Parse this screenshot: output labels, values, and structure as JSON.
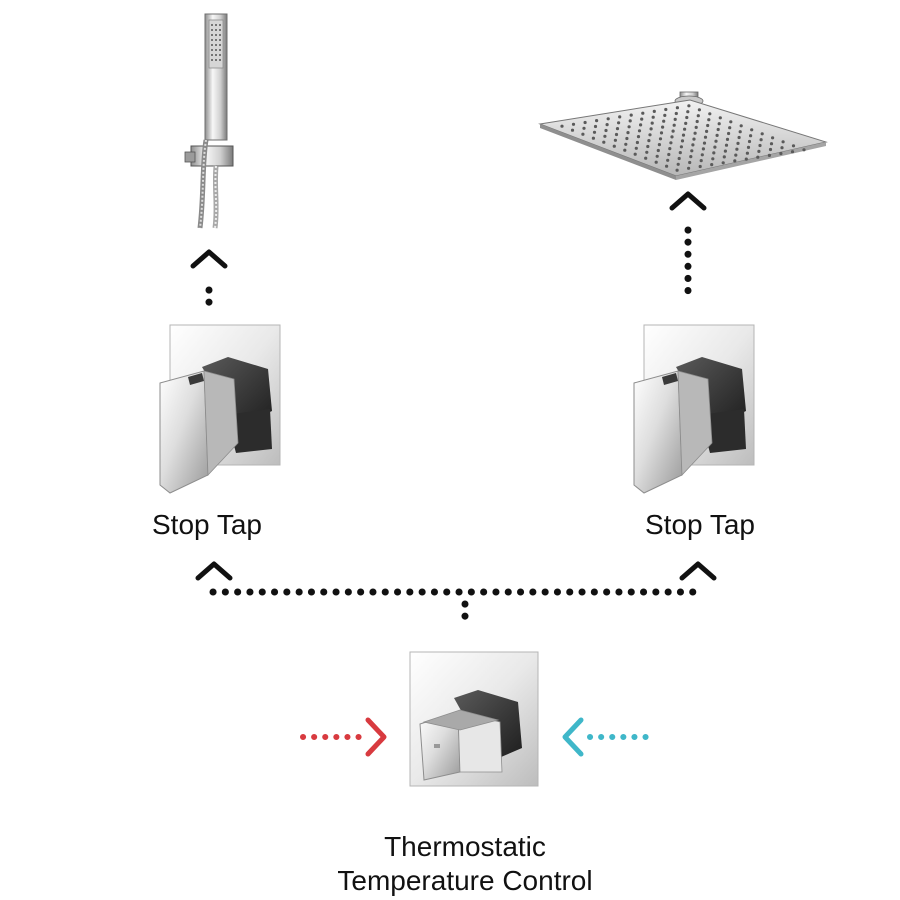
{
  "labels": {
    "stop_tap_left": "Stop Tap",
    "stop_tap_right": "Stop Tap",
    "thermostatic_line1": "Thermostatic",
    "thermostatic_line2": "Temperature Control"
  },
  "icons": {
    "handheld": "handheld-shower-icon",
    "overhead": "overhead-rain-shower-icon",
    "stop_tap": "stop-tap-valve-icon",
    "thermostatic": "thermostatic-valve-icon"
  },
  "colors": {
    "ink": "#111111",
    "hot_arrow": "#d83a3f",
    "cold_arrow": "#3fb7c9",
    "chrome_light": "#f4f4f4",
    "chrome_dark": "#2f2f2f"
  }
}
